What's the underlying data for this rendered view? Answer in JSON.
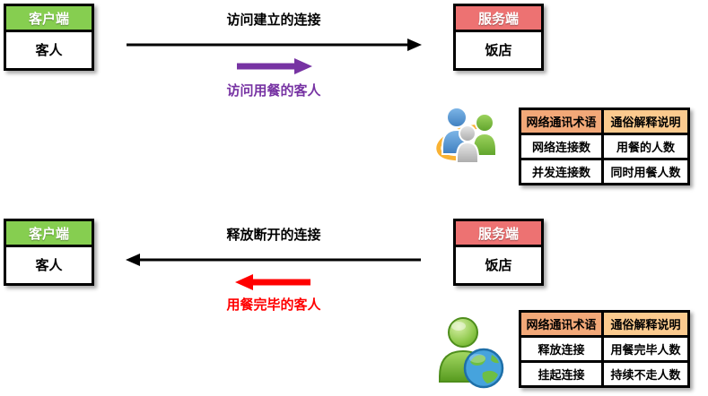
{
  "palette": {
    "client_header_bg": "#86CE50",
    "server_header_bg": "#ED7272",
    "table_term_header_bg": "#F2A878",
    "table_explain_header_bg": "#FBCA8E",
    "purple_accent": "#7733A3",
    "red_accent": "#FF0000",
    "arrow_black": "#000000"
  },
  "sections": [
    {
      "id": "establish",
      "client": {
        "header": "客户端",
        "body": "客人"
      },
      "server": {
        "header": "服务端",
        "body": "饭店"
      },
      "main_arrow_label": "访问建立的连接",
      "sub_arrow_label": "访问用餐的客人",
      "arrow_direction": "right",
      "icon": "group-people-icon",
      "table": {
        "headers": [
          "网络通讯术语",
          "通俗解释说明"
        ],
        "rows": [
          [
            "网络连接数",
            "用餐的人数"
          ],
          [
            "并发连接数",
            "同时用餐人数"
          ]
        ]
      }
    },
    {
      "id": "release",
      "client": {
        "header": "客户端",
        "body": "客人"
      },
      "server": {
        "header": "服务端",
        "body": "饭店"
      },
      "main_arrow_label": "释放断开的连接",
      "sub_arrow_label": "用餐完毕的客人",
      "arrow_direction": "left",
      "icon": "person-globe-icon",
      "table": {
        "headers": [
          "网络通讯术语",
          "通俗解释说明"
        ],
        "rows": [
          [
            "释放连接",
            "用餐完毕人数"
          ],
          [
            "挂起连接",
            "持续不走人数"
          ]
        ]
      }
    }
  ]
}
